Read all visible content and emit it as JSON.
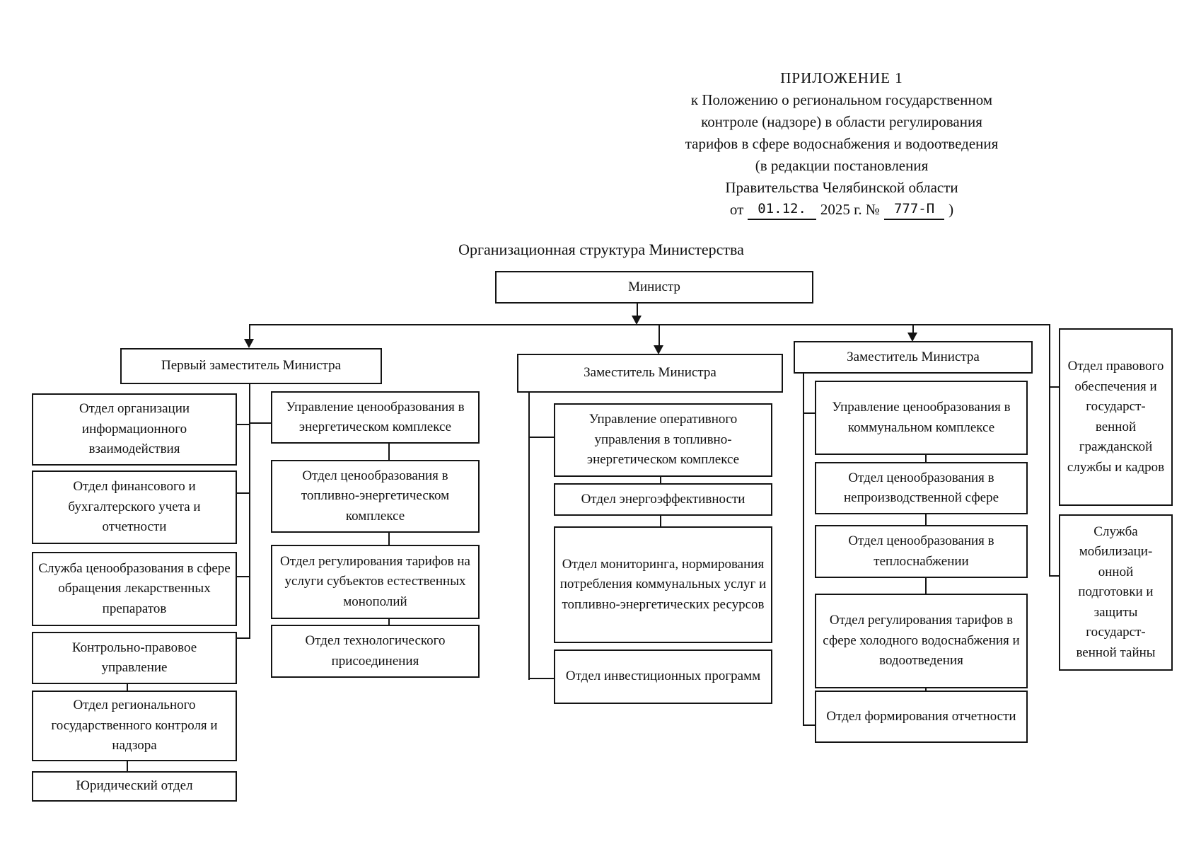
{
  "doc": {
    "appendix": {
      "line1": "ПРИЛОЖЕНИЕ 1",
      "line2": "к Положению о региональном государственном",
      "line3": "контроле (надзоре) в области регулирования",
      "line4": "тарифов в сфере водоснабжения и водоотведения",
      "line5": "(в редакции постановления",
      "line6": "Правительства Челябинской области",
      "from_label": "от",
      "date_filled": "01.12.",
      "year_label": "2025 г. №",
      "number_filled": "777-П",
      "close_paren": ")"
    },
    "title": "Организационная структура Министерства"
  },
  "org": {
    "minister": "Министр",
    "first_deputy": "Первый заместитель Министра",
    "deputy2": "Заместитель Министра",
    "deputy3": "Заместитель Министра",
    "first_deputy_left": [
      "Отдел организации информационного взаимодействия",
      "Отдел финансового и бухгалтерского учета и отчетности",
      "Служба ценообразования в сфере обращения лекарственных препаратов",
      "Контрольно-правовое управление",
      "Отдел регионального государственного контроля и надзора",
      "Юридический отдел"
    ],
    "first_deputy_right": [
      "Управление ценообразования в энергетическом комплексе",
      "Отдел ценообразования в топливно-энергетическом комплексе",
      "Отдел регулирования тарифов на услуги субъектов естественных монополий",
      "Отдел технологического присоединения"
    ],
    "deputy2_units": [
      "Управление оперативного управления в топливно-энергетическом комплексе",
      "Отдел энергоэффективности",
      "Отдел мониторинга, нормирования потребления коммунальных услуг и топливно-энергетических ресурсов",
      "Отдел инвестиционных программ"
    ],
    "deputy3_units": [
      "Управление ценообразования в коммунальном комплексе",
      "Отдел ценообразования в непроизводственной сфере",
      "Отдел ценообразования в теплоснабжении",
      "Отдел регулирования тарифов в сфере холодного водоснабжения и водоотведения",
      "Отдел формирования отчетности"
    ],
    "minister_direct": [
      "Отдел правового обеспечения и государст- венной гражданской службы и кадров",
      "Служба мобилизаци- онной подготовки и защиты государст- венной тайны"
    ]
  }
}
